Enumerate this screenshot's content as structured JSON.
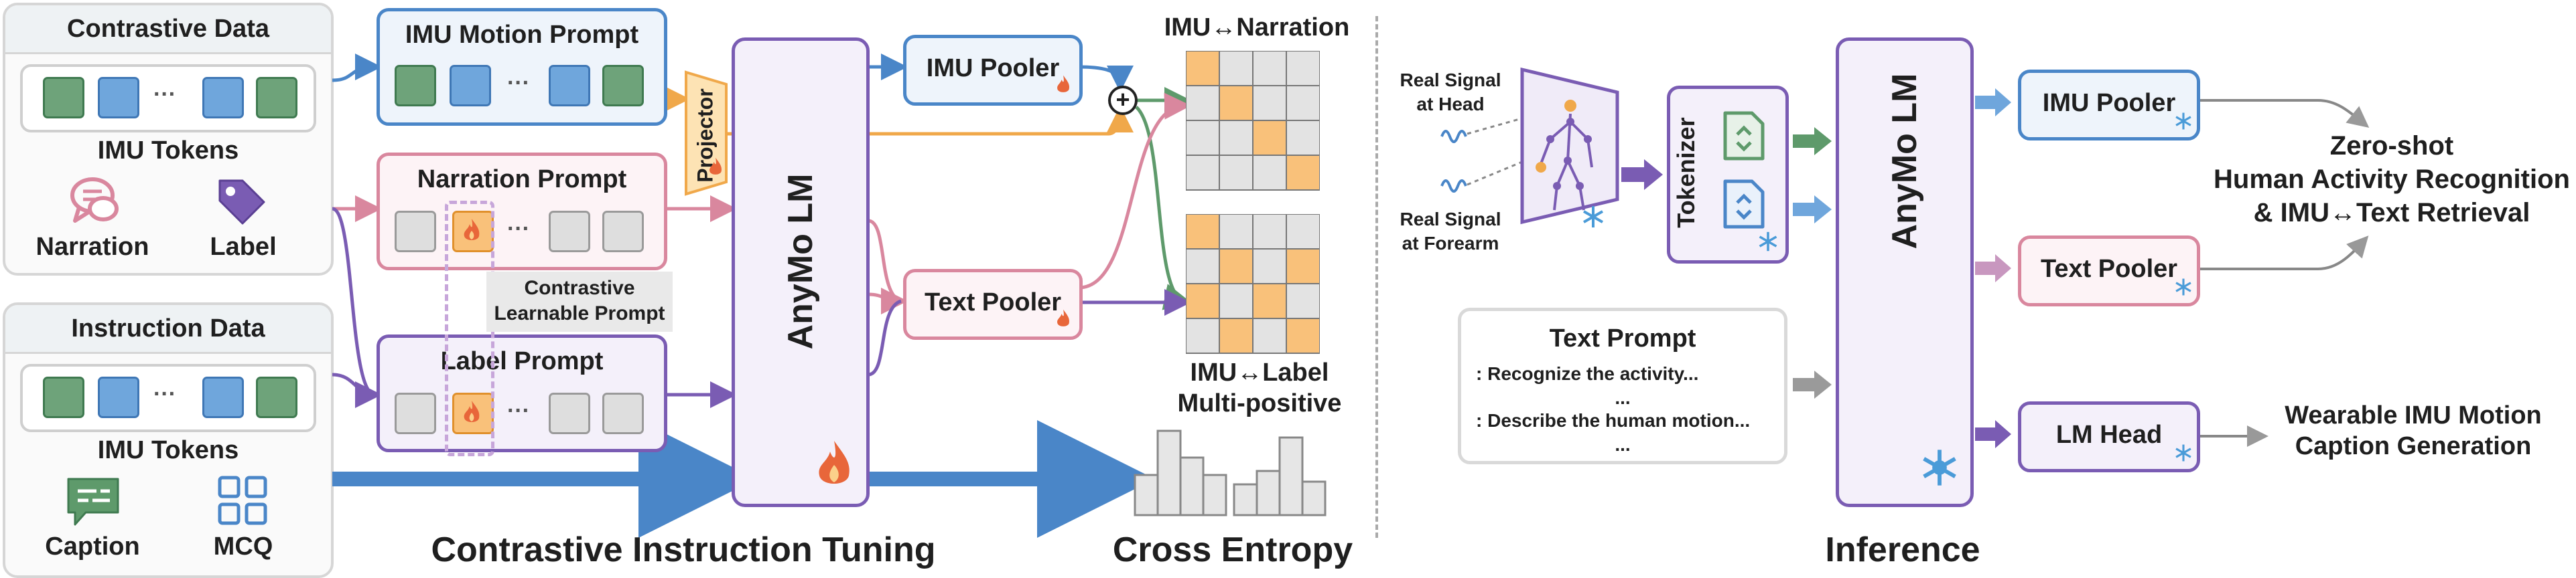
{
  "contrastive_data": {
    "title": "Contrastive Data",
    "tokens_label": "IMU Tokens",
    "dots": "···",
    "narration": "Narration",
    "label": "Label"
  },
  "instruction_data": {
    "title": "Instruction Data",
    "tokens_label": "IMU Tokens",
    "dots": "···",
    "caption": "Caption",
    "mcq": "MCQ"
  },
  "prompts": {
    "imu_motion": "IMU Motion Prompt",
    "narration": "Narration Prompt",
    "label": "Label Prompt",
    "contrastive_learnable": [
      "Contrastive",
      "Learnable Prompt"
    ],
    "dots": "···"
  },
  "projector": "Projector",
  "anymo_lm": "AnyMo LM",
  "imu_pooler": "IMU Pooler",
  "text_pooler": "Text Pooler",
  "plus": "+",
  "matrix_top_title": "IMU↔Narration",
  "matrix_bottom_title": [
    "IMU↔Label",
    "Multi-positive"
  ],
  "section_titles": {
    "tuning": "Contrastive Instruction Tuning",
    "cross_entropy": "Cross Entropy",
    "inference": "Inference"
  },
  "inference": {
    "real_signal_head": [
      "Real Signal",
      "at Head"
    ],
    "real_signal_forearm": [
      "Real Signal",
      "at Forearm"
    ],
    "tokenizer": "Tokenizer",
    "text_prompt_title": "Text Prompt",
    "text_prompt_lines": [
      ": Recognize the activity...",
      "...",
      ": Describe the human motion...",
      "..."
    ],
    "anymo_lm": "AnyMo LM",
    "imu_pooler": "IMU Pooler",
    "text_pooler": "Text Pooler",
    "lm_head": "LM Head",
    "output_top": [
      "Zero-shot",
      "Human Activity Recognition",
      "& IMU↔Text Retrieval"
    ],
    "output_bottom": [
      "Wearable IMU Motion",
      "Caption Generation"
    ]
  },
  "colors": {
    "imu_blue": "#4a86c8",
    "narration_pink": "#d9879e",
    "label_purple": "#7a5cb3",
    "projector_orange": "#f0a84a",
    "lm_fill": "#f4f0fa",
    "green": "#5e9a6b",
    "gray": "#999999",
    "highlight_orange": "#f9c17a"
  }
}
